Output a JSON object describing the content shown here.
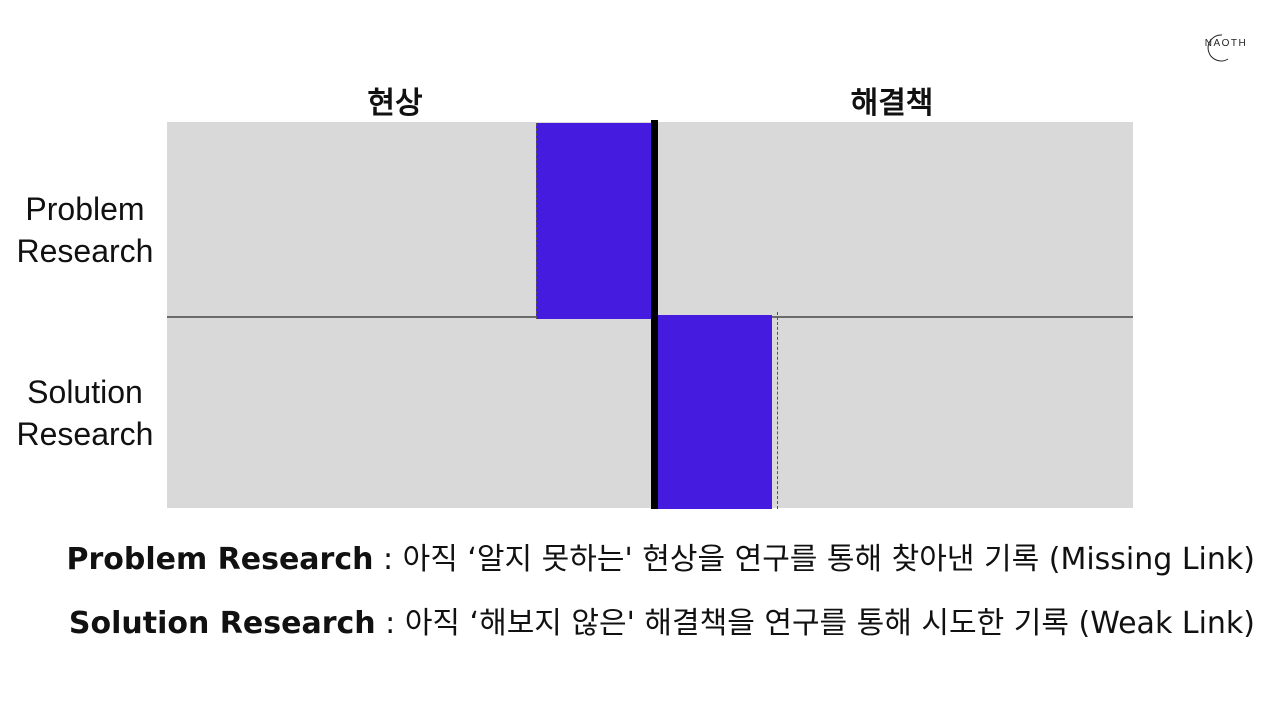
{
  "logo": {
    "text": "NAOTH"
  },
  "columns": {
    "left": "현상",
    "right": "해결책"
  },
  "rows": [
    {
      "line1": "Problem",
      "line2": "Research"
    },
    {
      "line1": "Solution",
      "line2": "Research"
    }
  ],
  "captions": [
    {
      "term": "Problem Research",
      "text": " : 아직 ‘알지 못하는' 현상을 연구를 통해 찾아낸 기록 (Missing Link)"
    },
    {
      "term": "Solution Research",
      "text": " : 아직 ‘해보지 않은' 해결책을 연구를 통해 시도한 기록 (Weak Link)"
    }
  ],
  "colors": {
    "panel": "#d9d9d9",
    "block": "#451cdf",
    "divider": "#000000"
  }
}
